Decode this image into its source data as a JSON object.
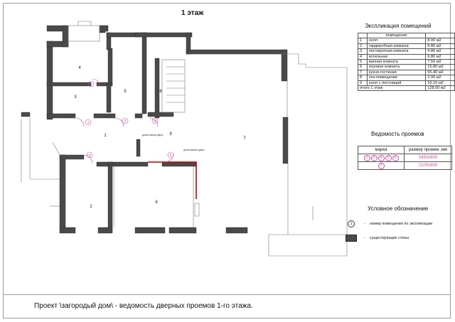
{
  "title": "1 этаж",
  "footer": "Проект \\загородый дом\\ -  ведомость дверных проемов 1-го этажа.",
  "explication": {
    "title": "Экспликация помещений",
    "header": "помещение",
    "rows": [
      {
        "n": "1",
        "name": "холл",
        "area": "8.90 м2"
      },
      {
        "n": "2",
        "name": "гардеробная комната",
        "area": "9.80 м2"
      },
      {
        "n": "3",
        "name": "постирочная комната",
        "area": "4.80 м2"
      },
      {
        "n": "4",
        "name": "котельная",
        "area": "6.80 м2"
      },
      {
        "n": "5",
        "name": "ванная комната",
        "area": "7.50 м2"
      },
      {
        "n": "6",
        "name": "игровая комната",
        "area": "15.80 м2"
      },
      {
        "n": "7",
        "name": "кухня-гостиная",
        "area": "55.40 м2"
      },
      {
        "n": "8",
        "name": "хоз-помещение",
        "area": "2.90 м2"
      },
      {
        "n": "9",
        "name": "холл с лестницей",
        "area": "16.10 м2"
      }
    ],
    "total_label": "итого 1 этаж",
    "total_area": "128.00 м2"
  },
  "openings": {
    "title": "Ведомость проемов",
    "col_mark": "марка",
    "col_size": "размер проема ,мм",
    "rows": [
      {
        "marks": [
          "1",
          "3",
          "4",
          "5",
          "6"
        ],
        "size": "2450х900"
      },
      {
        "marks": [
          "2"
        ],
        "size": "2100х900"
      }
    ]
  },
  "legend": {
    "title": "Условное обозначение",
    "items": [
      {
        "symbol": "1",
        "dash": "-",
        "text": "номер помещения по экспликации"
      },
      {
        "dash": "-",
        "text": "существующие стены"
      }
    ]
  },
  "plan": {
    "room_numbers": [
      "1",
      "2",
      "3",
      "4",
      "5",
      "6",
      "7",
      "8",
      "9"
    ],
    "door_marks": [
      "1",
      "2",
      "3",
      "4",
      "5",
      "6"
    ],
    "notes": [
      "демонтажная дверь",
      "демонтажная дверь"
    ],
    "colors": {
      "wall": "#4a4a4a",
      "door_mark": "#c0509a",
      "demolish": "#c00000"
    }
  }
}
